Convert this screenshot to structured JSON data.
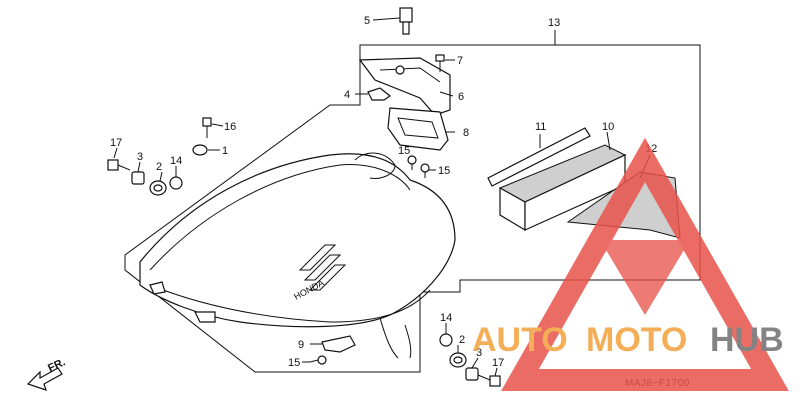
{
  "diagram": {
    "drawing_code": "MAJ8−F1700",
    "direction_label": "FR.",
    "callouts": {
      "c1": "1",
      "c2a": "2",
      "c2b": "2",
      "c3a": "3",
      "c3b": "3",
      "c4": "4",
      "c5": "5",
      "c6": "6",
      "c7": "7",
      "c8": "8",
      "c9": "9",
      "c10": "10",
      "c11": "11",
      "c12": "12",
      "c13": "13",
      "c14a": "14",
      "c14b": "14",
      "c15a": "15",
      "c15b": "15",
      "c15c": "15",
      "c16": "16",
      "c17a": "17",
      "c17b": "17"
    }
  },
  "tank_emblem": "HONDA",
  "watermark": {
    "text_auto": "AUTO",
    "text_moto": "MOTO",
    "text_hub": "HUB",
    "color_red": "#e8534a",
    "color_orange": "#f2a13a",
    "color_gray": "#6e6e6e"
  }
}
